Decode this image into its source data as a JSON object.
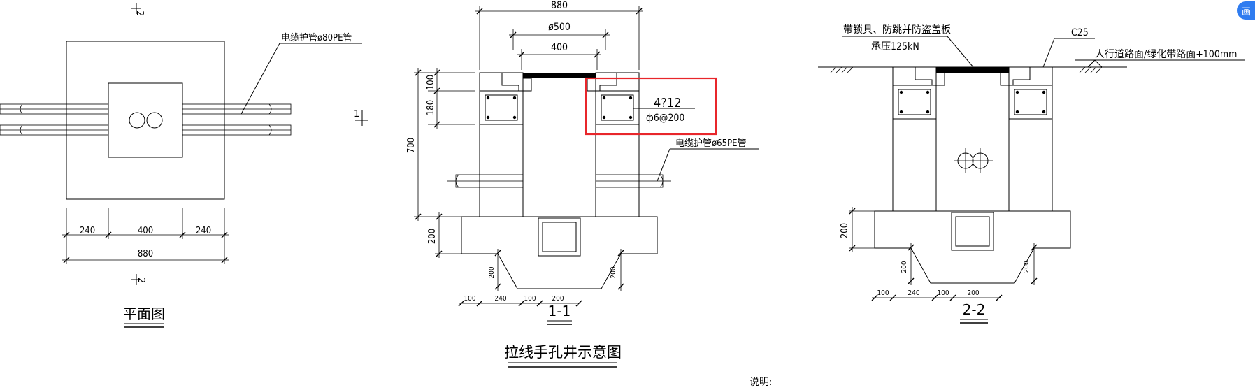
{
  "plan": {
    "pipe_label": "电缆护管ø80PE管",
    "dims": [
      "240",
      "400",
      "240"
    ],
    "total": "880",
    "sec_mark_1": "1",
    "sec_mark_2": "2",
    "title": "平面图"
  },
  "section11": {
    "top_width": "880",
    "lid_dia": "ø500",
    "opening": "400",
    "h_100": "100",
    "h_180": "180",
    "h_700": "700",
    "h_200": "200",
    "rebar_main": "4?12",
    "rebar_stirrup": "ф6@200",
    "pipe_label": "电缆护管ø65PE管",
    "side_200a": "200",
    "side_200b": "200",
    "bottom_dims": [
      "100",
      "240",
      "100",
      "200"
    ],
    "title": "1-1"
  },
  "drawing_title": "拉线手孔井示意图",
  "section22": {
    "lid_label_1": "带锁具、防跳并防盗盖板",
    "lid_label_2": "承压125kN",
    "concrete": "C25",
    "road_label": "人行道路面/绿化带路面+100mm",
    "h_200": "200",
    "side_200a": "200",
    "side_200b": "200",
    "bottom_dims": [
      "100",
      "240",
      "100",
      "200"
    ],
    "title": "2-2"
  },
  "notes_label": "说明:",
  "highlight_color": "#e8262b",
  "corner_button_color": "#2f7cf0",
  "corner_button_glyph": "画"
}
